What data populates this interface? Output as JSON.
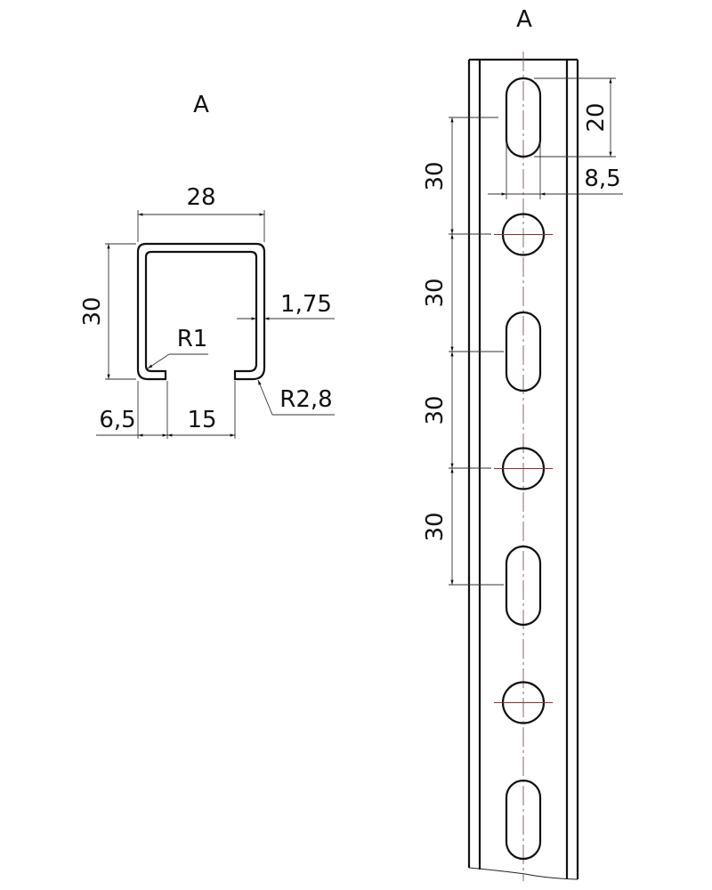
{
  "section_view": {
    "label": "A",
    "dimensions": {
      "width": "28",
      "height": "30",
      "thickness": "1,75",
      "inner_radius": "R1",
      "outer_radius": "R2,8",
      "lip": "6,5",
      "opening": "15"
    }
  },
  "front_view": {
    "label": "A",
    "dimensions": {
      "slot_length": "20",
      "slot_width": "8,5",
      "pitch_1": "30",
      "pitch_2": "30",
      "pitch_3": "30",
      "pitch_4": "30"
    },
    "features": [
      "slot",
      "round-hole",
      "slot",
      "round-hole",
      "slot",
      "round-hole",
      "slot"
    ]
  }
}
